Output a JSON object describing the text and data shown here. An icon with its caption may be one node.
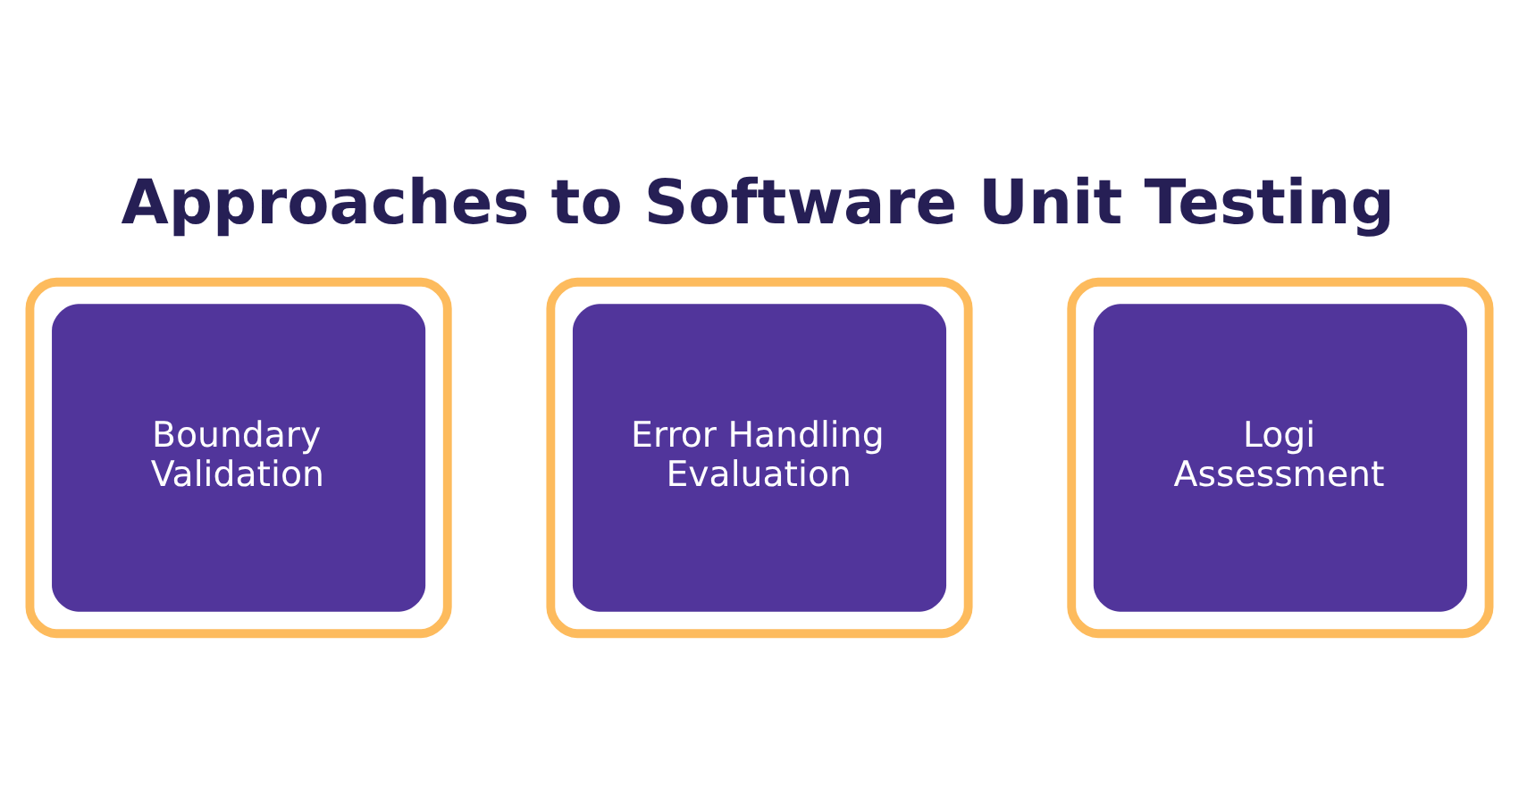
{
  "diagram": {
    "title": "Approaches to Software Unit Testing",
    "nodes": [
      {
        "text": [
          "Boundary Validation"
        ]
      },
      {
        "text": [
          "Error Handling Evaluation"
        ]
      },
      {
        "text": [
          "Logi Assessment"
        ]
      }
    ]
  }
}
